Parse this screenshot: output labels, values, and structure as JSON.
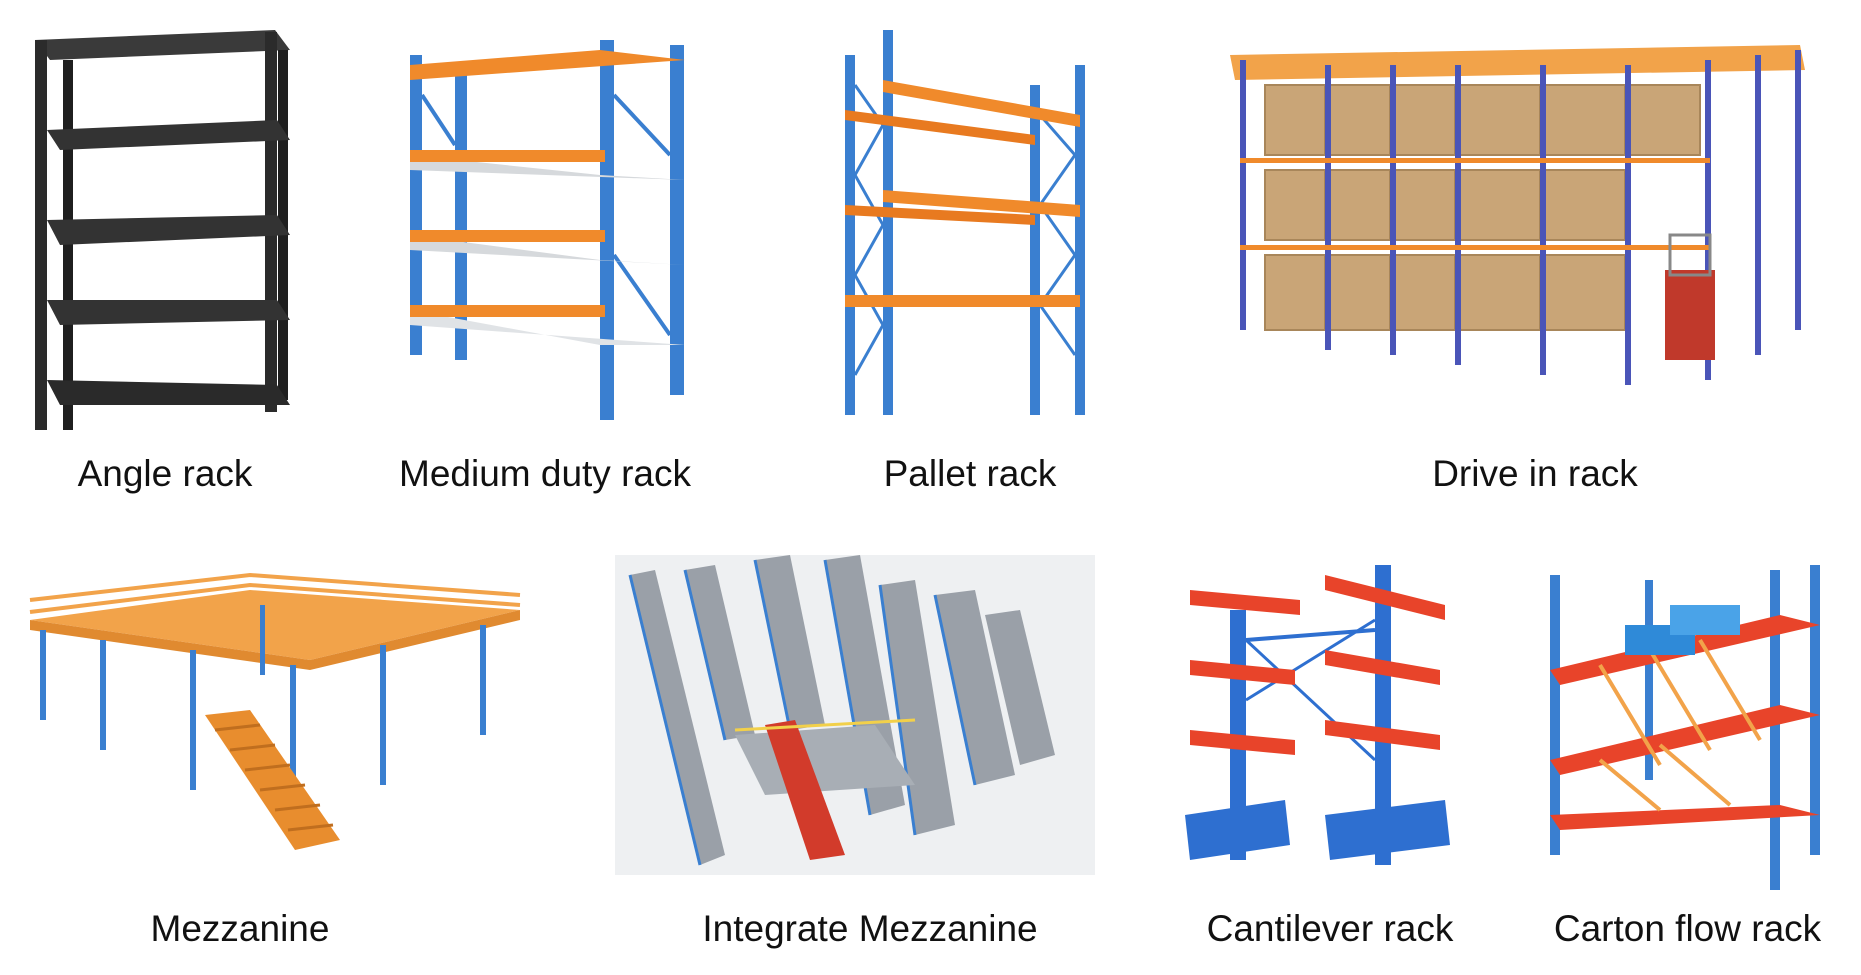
{
  "colors": {
    "background": "#ffffff",
    "caption_text": "#111111",
    "upright_blue": "#3a7fd0",
    "beam_orange": "#f08a2b",
    "beam_red": "#e8442a",
    "shelf_grey": "#d6d9dc",
    "angle_black": "#2b2b2b",
    "carton_tan": "#c9a577",
    "mezzanine_orange": "#f2a34a"
  },
  "items": [
    {
      "label": "Angle rack",
      "icon": "angle-rack-image"
    },
    {
      "label": "Medium duty rack",
      "icon": "medium-duty-rack-image"
    },
    {
      "label": "Pallet rack",
      "icon": "pallet-rack-image"
    },
    {
      "label": "Drive in rack",
      "icon": "drive-in-rack-image"
    },
    {
      "label": "Mezzanine",
      "icon": "mezzanine-image"
    },
    {
      "label": "Integrate Mezzanine",
      "icon": "integrate-mezzanine-image"
    },
    {
      "label": "Cantilever rack",
      "icon": "cantilever-rack-image"
    },
    {
      "label": "Carton flow rack",
      "icon": "carton-flow-rack-image"
    }
  ]
}
